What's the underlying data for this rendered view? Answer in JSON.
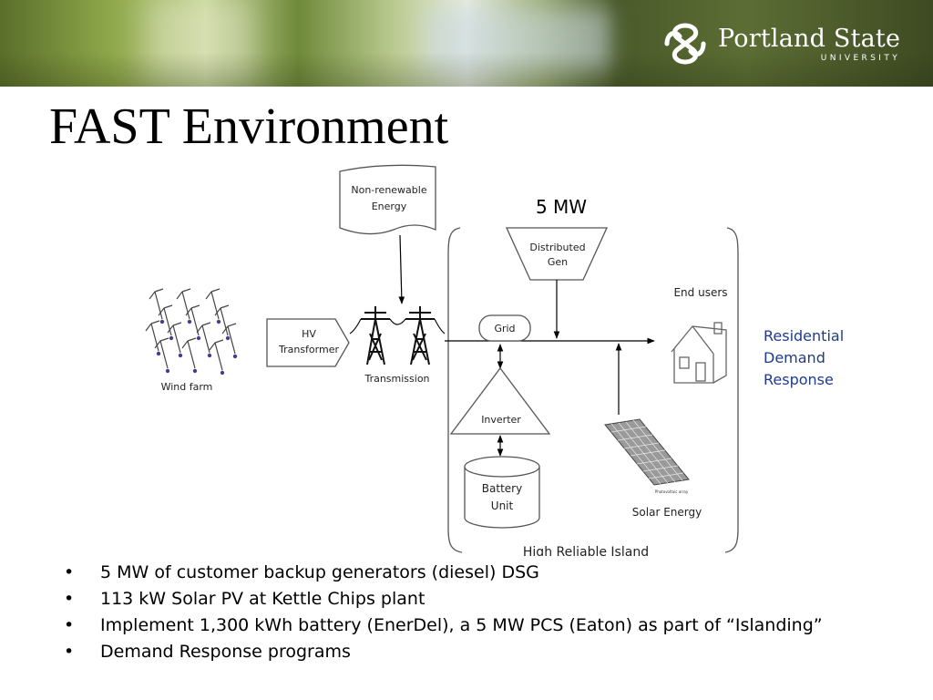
{
  "header": {
    "logo_name": "Portland State",
    "logo_sub": "UNIVERSITY"
  },
  "slide": {
    "title": "FAST Environment"
  },
  "diagram": {
    "nonrenewable_line1": "Non-renewable",
    "nonrenewable_line2": "Energy",
    "capacity": "5 MW",
    "distgen_line1": "Distributed",
    "distgen_line2": "Gen",
    "end_users": "End users",
    "residential_line1": "Residential",
    "residential_line2": "Demand",
    "residential_line3": "Response",
    "hv_line1": "HV",
    "hv_line2": "Transformer",
    "transmission": "Transmission",
    "grid": "Grid",
    "inverter": "Inverter",
    "battery_line1": "Battery",
    "battery_line2": "Unit",
    "wind_farm": "Wind farm",
    "solar_energy": "Solar Energy",
    "photovoltaic": "Photovoltaic array",
    "island": "High Reliable Island",
    "accent_blue": "#1f3c88"
  },
  "bullets": [
    "5 MW of customer backup generators (diesel) DSG",
    "113 kW Solar PV at Kettle Chips plant",
    "Implement 1,300 kWh battery (EnerDel), a 5 MW PCS (Eaton) as part of “Islanding”",
    "Demand Response programs"
  ]
}
